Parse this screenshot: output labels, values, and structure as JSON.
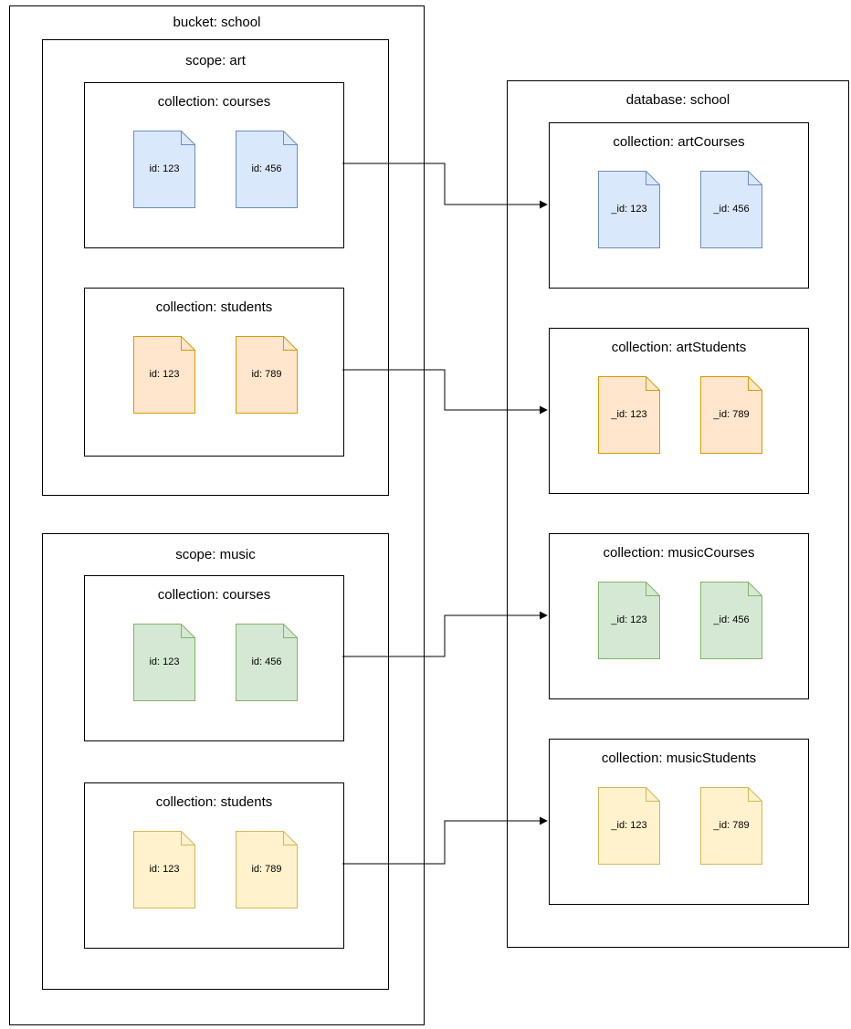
{
  "colors": {
    "blue": {
      "fill": "#dae8fc",
      "stroke": "#6c8ebf"
    },
    "orange": {
      "fill": "#ffe6cc",
      "stroke": "#d79b00"
    },
    "green": {
      "fill": "#d5e8d4",
      "stroke": "#82b366"
    },
    "yellow": {
      "fill": "#fff2cc",
      "stroke": "#d6b656"
    },
    "box_stroke": "#000000",
    "arrow_stroke": "#000000"
  },
  "bucket": {
    "title": "bucket: school",
    "scopes": [
      {
        "title": "scope: art",
        "collections": [
          {
            "title": "collection: courses",
            "color": "blue",
            "docs": [
              "id: 123",
              "id: 456"
            ]
          },
          {
            "title": "collection: students",
            "color": "orange",
            "docs": [
              "id: 123",
              "id: 789"
            ]
          }
        ]
      },
      {
        "title": "scope: music",
        "collections": [
          {
            "title": "collection: courses",
            "color": "green",
            "docs": [
              "id: 123",
              "id: 456"
            ]
          },
          {
            "title": "collection: students",
            "color": "yellow",
            "docs": [
              "id: 123",
              "id: 789"
            ]
          }
        ]
      }
    ]
  },
  "database": {
    "title": "database: school",
    "collections": [
      {
        "title": "collection: artCourses",
        "color": "blue",
        "docs": [
          "_id: 123",
          "_id: 456"
        ]
      },
      {
        "title": "collection: artStudents",
        "color": "orange",
        "docs": [
          "_id: 123",
          "_id: 789"
        ]
      },
      {
        "title": "collection: musicCourses",
        "color": "green",
        "docs": [
          "_id: 123",
          "_id: 456"
        ]
      },
      {
        "title": "collection: musicStudents",
        "color": "yellow",
        "docs": [
          "_id: 123",
          "_id: 789"
        ]
      }
    ]
  }
}
